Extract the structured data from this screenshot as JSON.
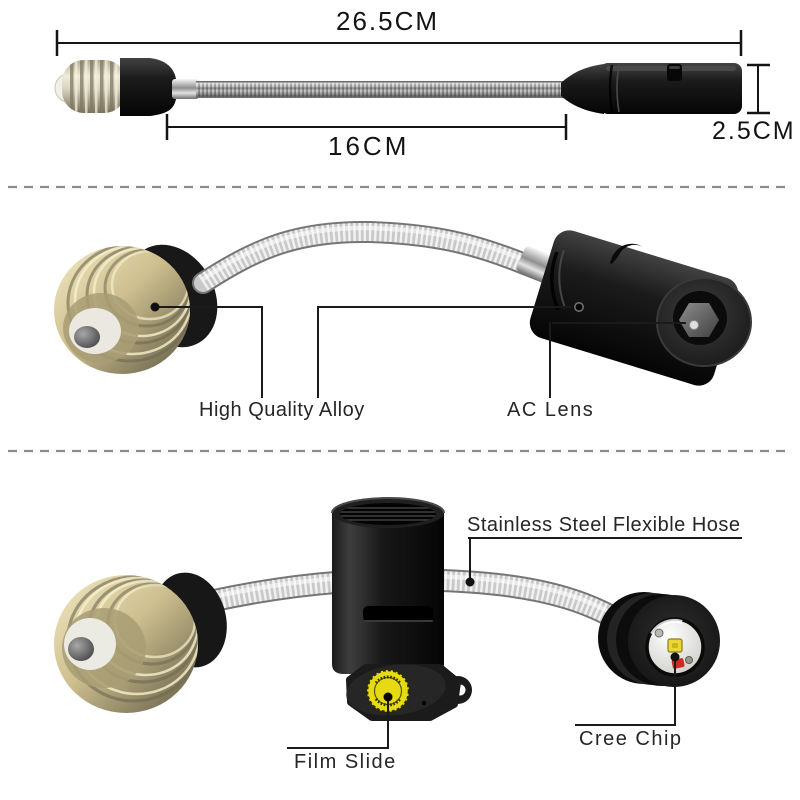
{
  "page_title": "Flexible hose E27 lamp adapter annotated product diagram",
  "dimensions": {
    "total_length": "26.5CM",
    "hose_length": "16CM",
    "head_diameter": "2.5CM"
  },
  "callouts": {
    "alloy": "High Quality Alloy",
    "lens": "AC Lens",
    "hose": "Stainless Steel Flexible Hose",
    "chip": "Cree Chip",
    "film": "Film Slide"
  },
  "colors": {
    "background": "#ffffff",
    "annotation_line": "#1a1a1a",
    "divider": "#8c8c8c",
    "brass": "#cdbf8e",
    "chrome": "#c0c0c0",
    "housing_black": "#161616",
    "sticker_yellow": "#e8da12",
    "led_chip_yellow": "#ead63a",
    "led_red": "#cf2a1e",
    "ceramic_white": "#eceae2"
  }
}
